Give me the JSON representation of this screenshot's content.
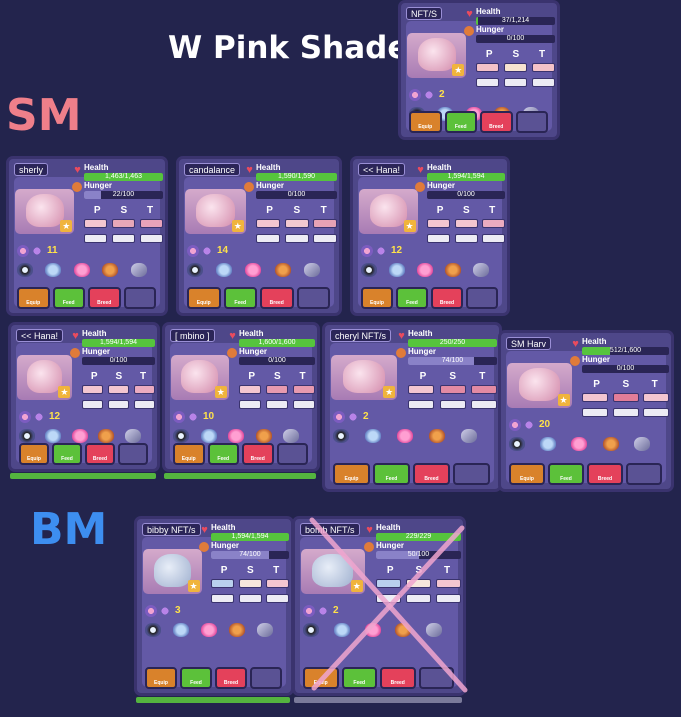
{
  "heading": {
    "title": "W Pink Shade",
    "sm_label": "SM",
    "bm_label": "BM"
  },
  "colors": {
    "background": "#23244d",
    "card": "#4e4789",
    "health_bar": "#56c43d",
    "sm_text": "#ef7f8a",
    "bm_text": "#3d8ef0",
    "cross_out": "#f0a6cf"
  },
  "labels": {
    "health": "Health",
    "hunger": "Hunger",
    "p": "P",
    "s": "S",
    "t": "T",
    "equip": "Equip",
    "feed": "Feed",
    "breed": "Breed"
  },
  "cards": [
    {
      "id": "top",
      "tag": "NFT/S",
      "health": "37/1,214",
      "hunger": "0/100",
      "count": "2",
      "gene_colors": [
        "#f4c2c8",
        "#f7e3d0",
        "#f4c2c8"
      ]
    },
    {
      "id": "sherly",
      "tag": "sherly",
      "health": "1,463/1,463",
      "hunger": "22/100",
      "count": "11",
      "gene_colors": [
        "#f3c6d0",
        "#e7a7b8",
        "#e9a3ba"
      ]
    },
    {
      "id": "candalancy",
      "tag": "candalance",
      "health": "1,590/1,590",
      "hunger": "0/100",
      "count": "14",
      "gene_colors": [
        "#f3c6d0",
        "#f2c9d0",
        "#e7a2b5"
      ]
    },
    {
      "id": "hana1",
      "tag": "<< Hana!",
      "health": "1,594/1,594",
      "hunger": "0/100",
      "count": "12",
      "gene_colors": [
        "#f3c6d0",
        "#f3c6d0",
        "#ebabc0"
      ]
    },
    {
      "id": "hana2",
      "tag": "<< Hana!",
      "health": "1,594/1,594",
      "hunger": "0/100",
      "count": "12",
      "gene_colors": [
        "#f3c6d0",
        "#f3c6d0",
        "#ebabc0"
      ]
    },
    {
      "id": "mbino",
      "tag": "[ mbino ]",
      "health": "1,600/1,600",
      "hunger": "0/100",
      "count": "10",
      "gene_colors": [
        "#f3c6d0",
        "#e79aaf",
        "#e79aaf"
      ]
    },
    {
      "id": "cheryl",
      "tag": "cheryl NFT/s",
      "health": "250/250",
      "hunger": "74/100",
      "count": "2",
      "gene_colors": [
        "#f3c6d0",
        "#e28aa3",
        "#e28aa3"
      ]
    },
    {
      "id": "smharv",
      "tag": "SM Harv",
      "health": "512/1,600",
      "hunger": "0/100",
      "count": "20",
      "gene_colors": [
        "#f3c6d0",
        "#e27d98",
        "#f3c6d0"
      ]
    },
    {
      "id": "bibby",
      "tag": "bibby NFT/s",
      "health": "1,594/1,594",
      "hunger": "74/100",
      "count": "3",
      "gene_colors": [
        "#b9d0ee",
        "#f6e6dc",
        "#f3c6d0"
      ]
    },
    {
      "id": "bomb",
      "tag": "bomb NFT/s",
      "health": "229/229",
      "hunger": "50/100",
      "count": "2",
      "gene_colors": [
        "#b9d0ee",
        "#f6e6dc",
        "#f3c6d0"
      ]
    }
  ]
}
